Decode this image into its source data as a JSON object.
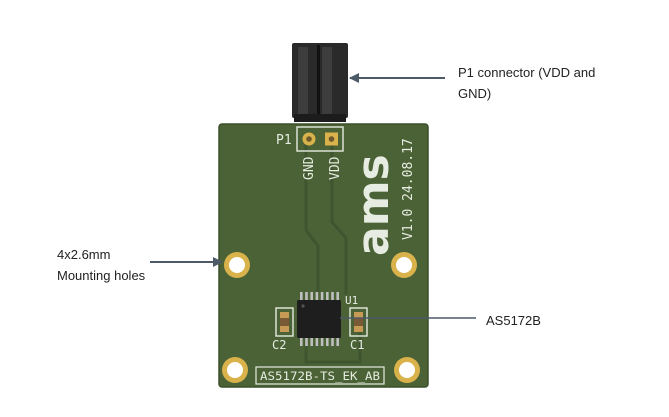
{
  "callouts": {
    "p1_connector": [
      "P1 connector (VDD and",
      "GND)"
    ],
    "mounting_holes": [
      "4x2.6mm",
      "Mounting holes"
    ],
    "sensor_ic": "AS5172B"
  },
  "board": {
    "connector_ref": "P1",
    "pin_gnd": "GND",
    "pin_vdd": "VDD",
    "logo": "ams",
    "version": "V1.0 24.08.17",
    "ic_ref": "U1",
    "cap_left": "C2",
    "cap_right": "C1",
    "board_name": "AS5172B-TS_EK_AB"
  },
  "colors": {
    "pcb": "#4a6235",
    "pcb_edge": "#3b5029",
    "silkscreen": "#e6ece1",
    "trace": "#3f5530",
    "pad_gold": "#d9b24c",
    "connector": "#2a2a2a",
    "arrow": "#4d5a68"
  }
}
